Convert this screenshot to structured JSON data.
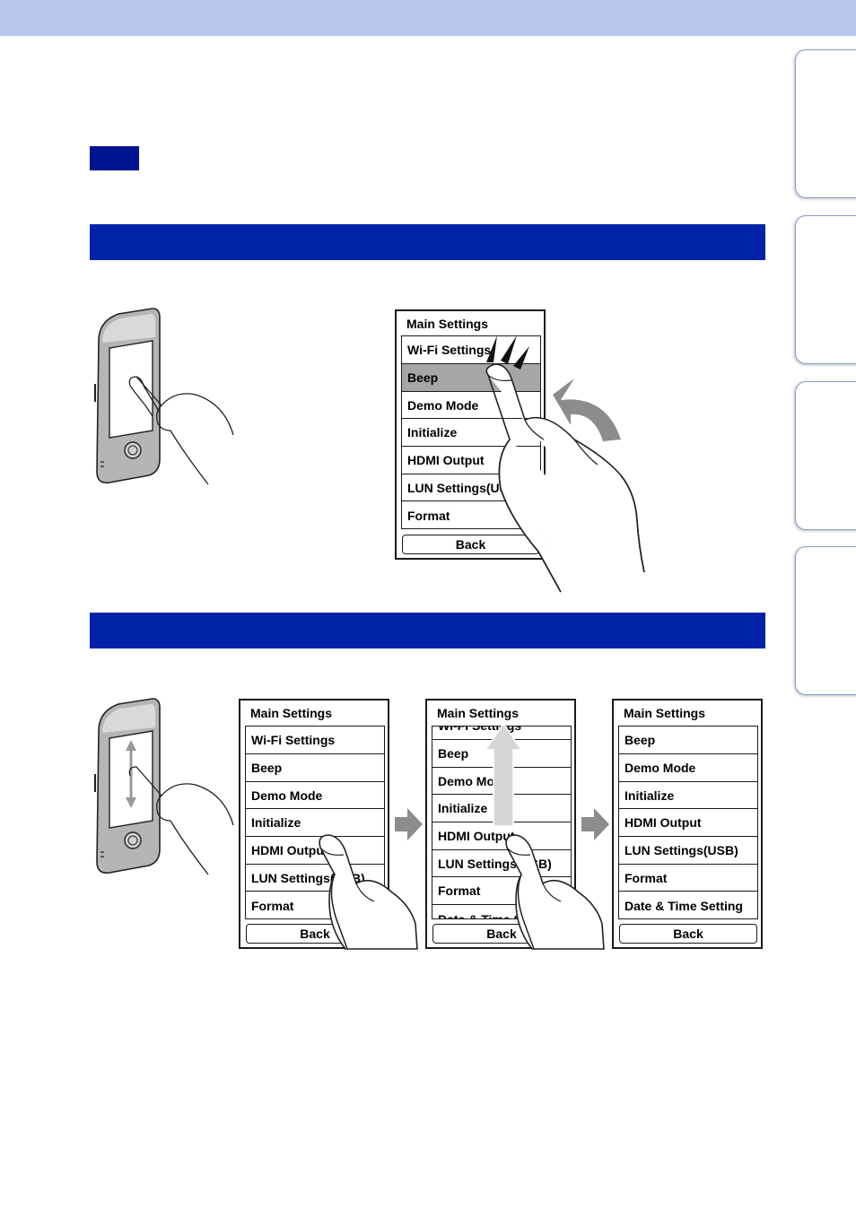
{
  "side_tabs": [
    "",
    "",
    "",
    ""
  ],
  "note_badge": "",
  "tap_screen": {
    "title": "Main Settings",
    "items": [
      "Wi-Fi Settings",
      "Beep",
      "Demo Mode",
      "Initialize",
      "HDMI Output",
      "LUN Settings(USB)",
      "Format"
    ],
    "selected_item": "Beep",
    "back_label": "Back"
  },
  "drag_screen_1": {
    "title": "Main Settings",
    "items": [
      "Wi-Fi Settings",
      "Beep",
      "Demo Mode",
      "Initialize",
      "HDMI Output",
      "LUN Settings(USB)",
      "Format"
    ],
    "back_label": "Back"
  },
  "drag_screen_2": {
    "title": "Main Settings",
    "items": [
      "Wi-Fi Settings",
      "Beep",
      "Demo Mode",
      "Initialize",
      "HDMI Output",
      "LUN Settings(USB)",
      "Format",
      "Date & Time Setting"
    ],
    "back_label": "Back"
  },
  "drag_screen_3": {
    "title": "Main Settings",
    "items": [
      "Beep",
      "Demo Mode",
      "Initialize",
      "HDMI Output",
      "LUN Settings(USB)",
      "Format",
      "Date & Time Setting"
    ],
    "back_label": "Back"
  },
  "colors": {
    "top_band": "#b8c6ee",
    "section_bar": "#0023a8",
    "note_badge": "#00148f",
    "selected_row": "#a6a6a6",
    "arrow_gray": "#8c8c8c"
  }
}
